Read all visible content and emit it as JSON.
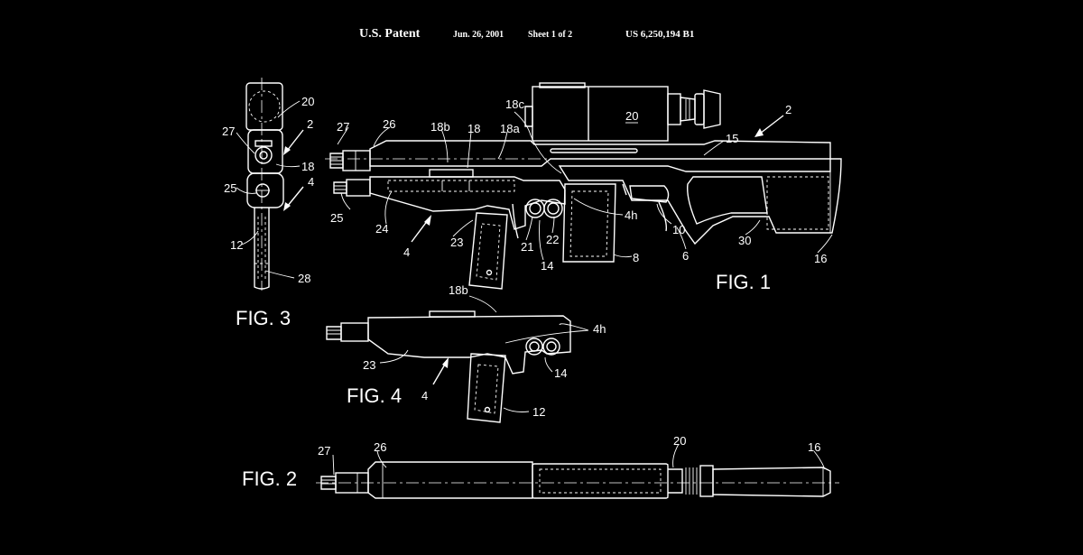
{
  "header": {
    "patent": "U.S. Patent",
    "date": "Jun. 26, 2001",
    "sheet": "Sheet 1 of 2",
    "number": "US 6,250,194 B1"
  },
  "figures": {
    "fig1": "FIG. 1",
    "fig2": "FIG. 2",
    "fig3": "FIG. 3",
    "fig4": "FIG. 4"
  },
  "refs": {
    "fig1": [
      "18c",
      "20",
      "2",
      "27",
      "26",
      "18b",
      "18",
      "18a",
      "15",
      "25",
      "24",
      "23",
      "4",
      "21",
      "22",
      "14",
      "4h",
      "8",
      "10",
      "6",
      "30",
      "16"
    ],
    "fig2": [
      "27",
      "26",
      "20",
      "16"
    ],
    "fig3": [
      "20",
      "2",
      "27",
      "18",
      "25",
      "4",
      "12",
      "28"
    ],
    "fig4": [
      "18b",
      "4h",
      "23",
      "14",
      "4",
      "12"
    ]
  }
}
